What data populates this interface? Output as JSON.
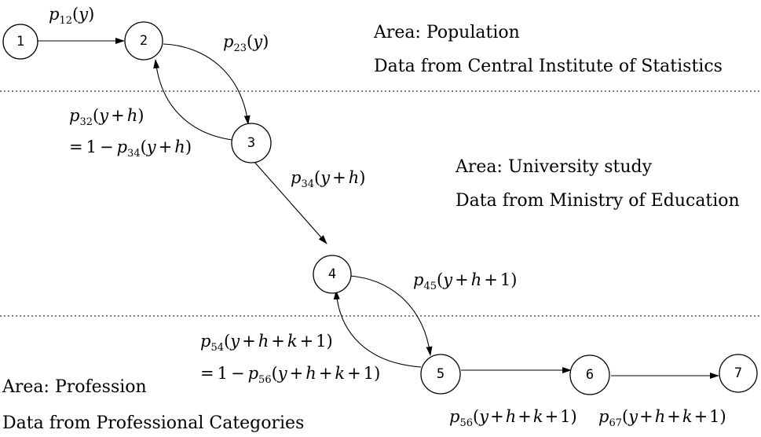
{
  "nodes": [
    {
      "id": "1",
      "label": "1"
    },
    {
      "id": "2",
      "label": "2"
    },
    {
      "id": "3",
      "label": "3"
    },
    {
      "id": "4",
      "label": "4"
    },
    {
      "id": "5",
      "label": "5"
    },
    {
      "id": "6",
      "label": "6"
    },
    {
      "id": "7",
      "label": "7"
    }
  ],
  "edges": [
    {
      "from": "1",
      "to": "2",
      "label": "p12(y)"
    },
    {
      "from": "2",
      "to": "3",
      "label": "p23(y)"
    },
    {
      "from": "3",
      "to": "2",
      "label": "p32(y+h) = 1 − p34(y+h)"
    },
    {
      "from": "3",
      "to": "4",
      "label": "p34(y+h)"
    },
    {
      "from": "4",
      "to": "5",
      "label": "p45(y+h+1)"
    },
    {
      "from": "5",
      "to": "4",
      "label": "p54(y+h+k+1) = 1 − p56(y+h+k+1)"
    },
    {
      "from": "5",
      "to": "6",
      "label": "p56(y+h+k+1)"
    },
    {
      "from": "6",
      "to": "7",
      "label": "p67(y+h+k+1)"
    }
  ],
  "areas": [
    {
      "title": "Area: Population",
      "source": "Data from Central Institute of Statistics"
    },
    {
      "title": "Area: University study",
      "source": "Data from Ministry of Education"
    },
    {
      "title": "Area: Profession",
      "source": "Data from Professional Categories"
    }
  ],
  "math": {
    "p": "p",
    "y": "y",
    "h": "h",
    "k": "k",
    "s12": "12",
    "s23": "23",
    "s32": "32",
    "s34": "34",
    "s45": "45",
    "s54": "54",
    "s56": "56",
    "s67": "67",
    "lp": "(",
    "rp": ")",
    "plus": "+",
    "eq": "=",
    "one": "1",
    "minus": "−"
  }
}
